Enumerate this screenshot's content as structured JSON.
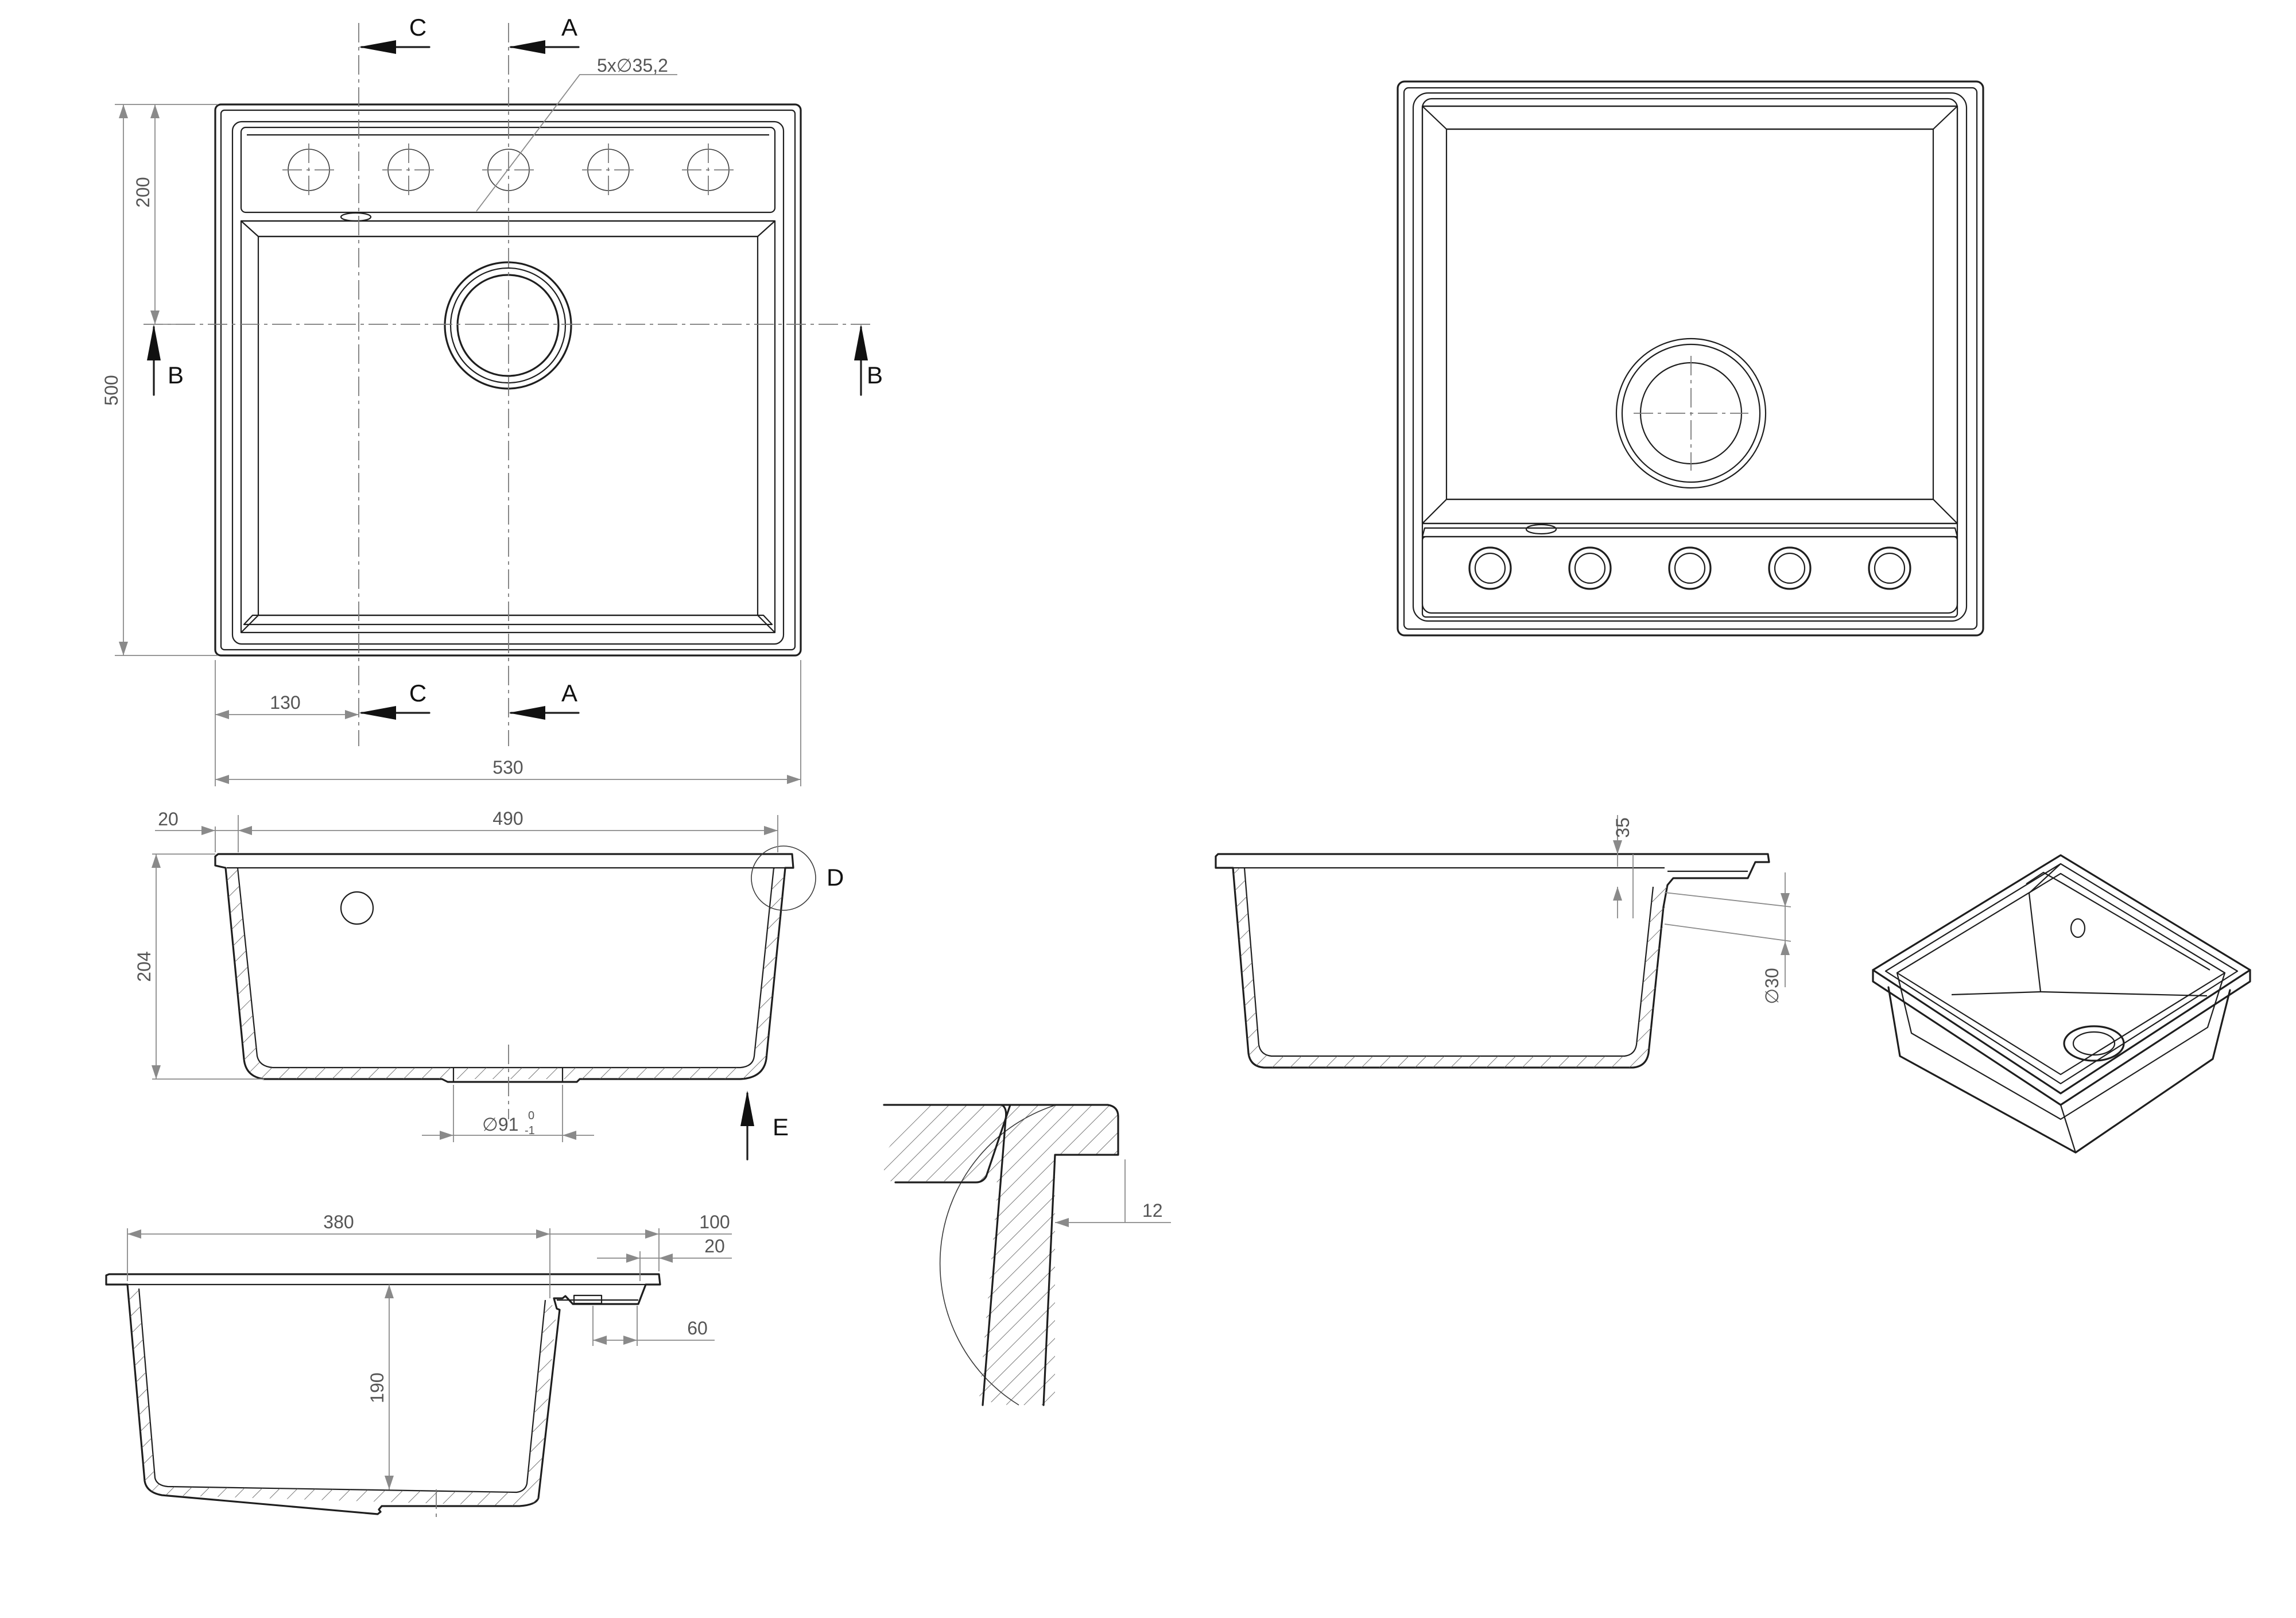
{
  "section_labels": {
    "a": "A",
    "b": "B",
    "c": "C",
    "d": "D",
    "e": "E"
  },
  "dimensions": {
    "tap_holes": "5x∅35,2",
    "overall_width": "530",
    "overall_depth": "500",
    "front_to_drain": "200",
    "side_to_drain": "130",
    "rim_width": "20",
    "bowl_width": "490",
    "bowl_depth": "204",
    "drain_diameter": "∅91",
    "drain_tol_upper": "0",
    "drain_tol_lower": "-1",
    "section_bowl_length": "380",
    "section_rear_ledge": "100",
    "section_rear_rim": "20",
    "section_bowl_depth": "190",
    "section_ledge_drop": "60",
    "rim_height": "35",
    "overflow_diameter": "∅30",
    "wall_thickness": "12"
  }
}
